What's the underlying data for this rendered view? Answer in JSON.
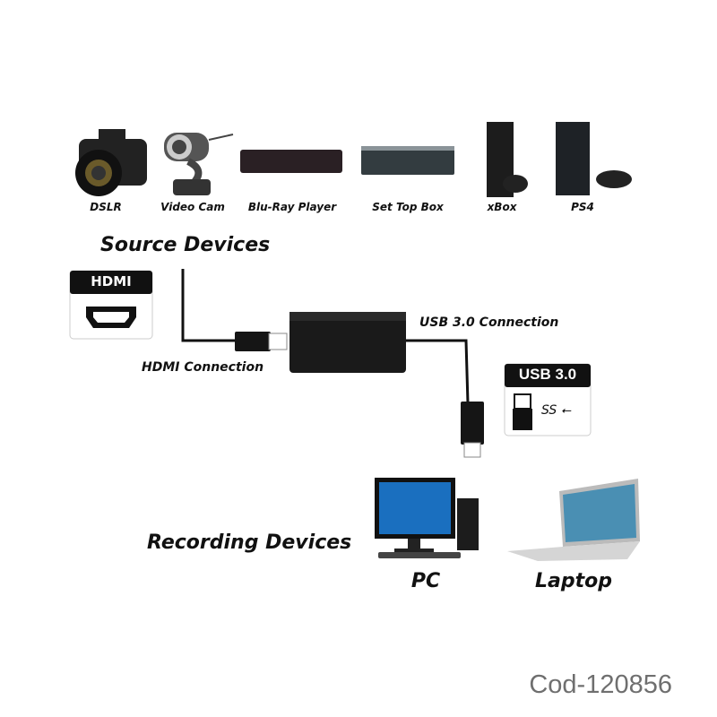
{
  "source_devices": {
    "title": "Source Devices",
    "items": [
      {
        "label": "DSLR",
        "icon": "dslr-camera-icon"
      },
      {
        "label": "Video Cam",
        "icon": "webcam-icon"
      },
      {
        "label": "Blu-Ray Player",
        "icon": "bluray-player-icon"
      },
      {
        "label": "Set Top Box",
        "icon": "set-top-box-icon"
      },
      {
        "label": "xBox",
        "icon": "xbox-console-icon"
      },
      {
        "label": "PS4",
        "icon": "ps4-console-icon"
      }
    ]
  },
  "connections": {
    "hdmi_badge": "HDMI",
    "hdmi_label": "HDMI Connection",
    "usb_badge": "USB 3.0",
    "usb_logo": "SS",
    "usb_label": "USB 3.0 Connection"
  },
  "recording_devices": {
    "title": "Recording Devices",
    "items": [
      {
        "label": "PC",
        "icon": "desktop-pc-icon"
      },
      {
        "label": "Laptop",
        "icon": "laptop-icon"
      }
    ]
  },
  "product_code": "Cod-120856"
}
